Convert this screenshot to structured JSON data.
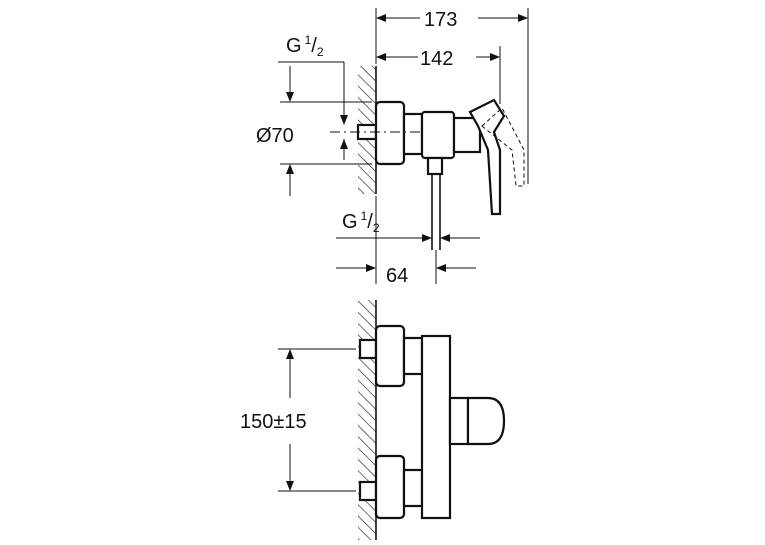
{
  "dimensions": {
    "overall_depth": "173",
    "handle_depth": "142",
    "thread_top": {
      "prefix": "G",
      "sup": "1",
      "slash": "/",
      "sub": "2"
    },
    "thread_outlet": {
      "prefix": "G",
      "sup": "1",
      "slash": "/",
      "sub": "2"
    },
    "escutcheon_diameter": "Ø70",
    "outlet_offset": "64",
    "centre_distance": "150±15"
  }
}
